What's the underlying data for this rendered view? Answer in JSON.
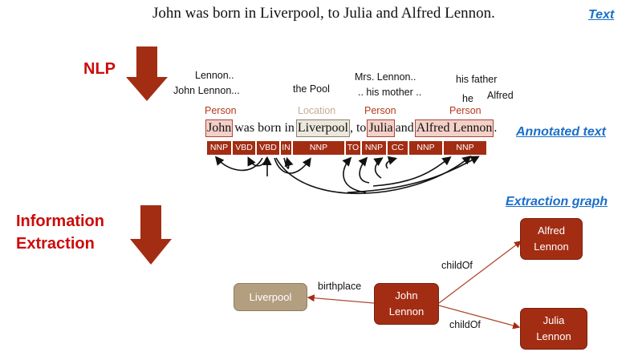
{
  "sentence": "John was born in Liverpool, to Julia and Alfred Lennon.",
  "labels": {
    "text": "Text",
    "annotated_text": "Annotated text",
    "extraction_graph": "Extraction graph",
    "nlp": "NLP",
    "info_extraction_line1": "Information",
    "info_extraction_line2": "Extraction"
  },
  "coreferences": {
    "john_1": "Lennon..",
    "john_2": "John Lennon...",
    "liverpool_1": "the Pool",
    "julia_1": "Mrs. Lennon..",
    "julia_2": ".. his mother ..",
    "alfred_1": "his father",
    "alfred_2": "he",
    "alfred_3": "Alfred"
  },
  "entity_types": {
    "john": "Person",
    "liverpool": "Location",
    "julia": "Person",
    "alfred": "Person"
  },
  "tokens": {
    "t0": "John",
    "t1": "was born in",
    "t2": "Liverpool",
    "t3": ", to",
    "t4": "Julia",
    "t5": "and",
    "t6": "Alfred Lennon",
    "t7": "."
  },
  "pos_tags": [
    "NNP",
    "VBD",
    "VBD",
    "IN",
    "NNP",
    "TO",
    "NNP",
    "CC",
    "NNP",
    "NNP"
  ],
  "graph": {
    "nodes": {
      "liverpool": "Liverpool",
      "john_1": "John",
      "john_2": "Lennon",
      "alfred_1": "Alfred",
      "alfred_2": "Lennon",
      "julia_1": "Julia",
      "julia_2": "Lennon"
    },
    "edges": {
      "birthplace": "birthplace",
      "child_of_alfred": "childOf",
      "child_of_julia": "childOf"
    }
  },
  "colors": {
    "accent_red": "#a32d13",
    "label_red": "#cc0b0b",
    "link_blue": "#1a6fc9",
    "location_tan": "#b39e80"
  }
}
